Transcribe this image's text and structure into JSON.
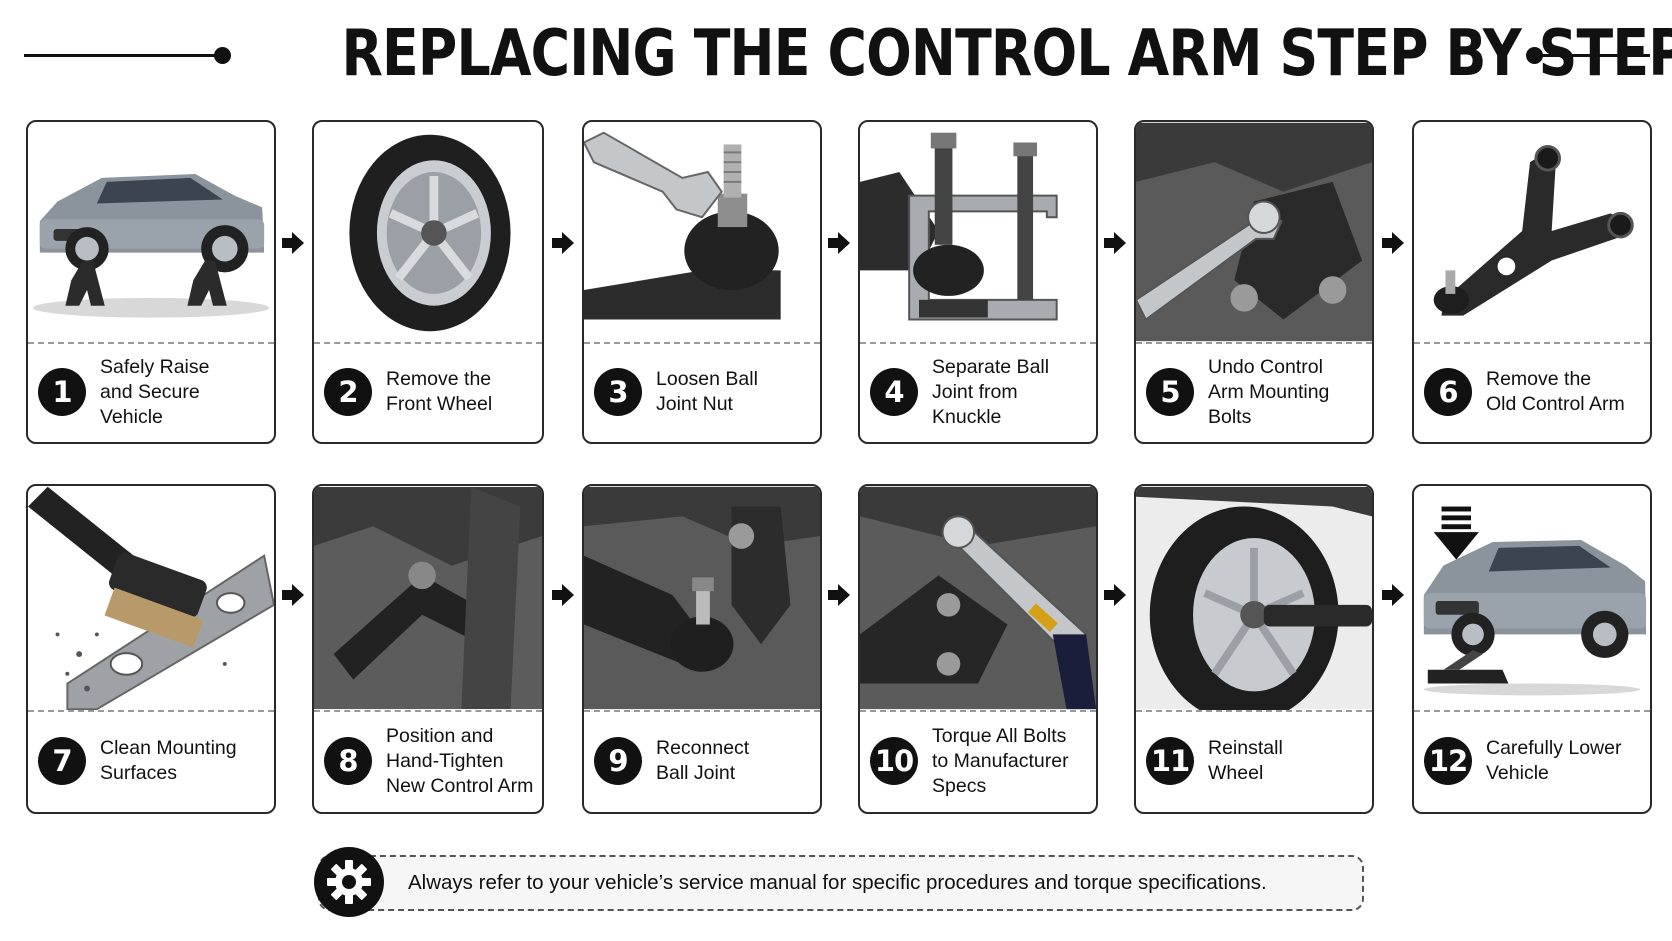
{
  "title": "REPLACING THE CONTROL ARM STEP BY STEP",
  "note": {
    "icon": "gear-icon",
    "text": "Always refer to your vehicle’s service manual for specific procedures and torque specifications."
  },
  "steps": [
    {
      "number": "1",
      "label": "Safely Raise\nand Secure\nVehicle",
      "icon": "car-on-jack-stands-icon"
    },
    {
      "number": "2",
      "label": "Remove the\nFront Wheel",
      "icon": "wheel-icon"
    },
    {
      "number": "3",
      "label": "Loosen Ball\nJoint Nut",
      "icon": "wrench-ball-joint-icon"
    },
    {
      "number": "4",
      "label": "Separate Ball\nJoint from\nKnuckle",
      "icon": "ball-joint-separator-icon"
    },
    {
      "number": "5",
      "label": "Undo Control\nArm Mounting\nBolts",
      "icon": "wrench-bolt-icon"
    },
    {
      "number": "6",
      "label": "Remove the\nOld Control Arm",
      "icon": "control-arm-icon"
    },
    {
      "number": "7",
      "label": "Clean Mounting\nSurfaces",
      "icon": "wire-brush-icon"
    },
    {
      "number": "8",
      "label": "Position and\nHand-Tighten\nNew Control Arm",
      "icon": "new-control-arm-icon"
    },
    {
      "number": "9",
      "label": "Reconnect\nBall Joint",
      "icon": "ball-joint-icon"
    },
    {
      "number": "10",
      "label": "Torque All Bolts\nto Manufacturer\nSpecs",
      "icon": "torque-wrench-icon"
    },
    {
      "number": "11",
      "label": "Reinstall\nWheel",
      "icon": "impact-wrench-wheel-icon"
    },
    {
      "number": "12",
      "label": "Carefully Lower\nVehicle",
      "icon": "car-on-floor-jack-icon"
    }
  ]
}
